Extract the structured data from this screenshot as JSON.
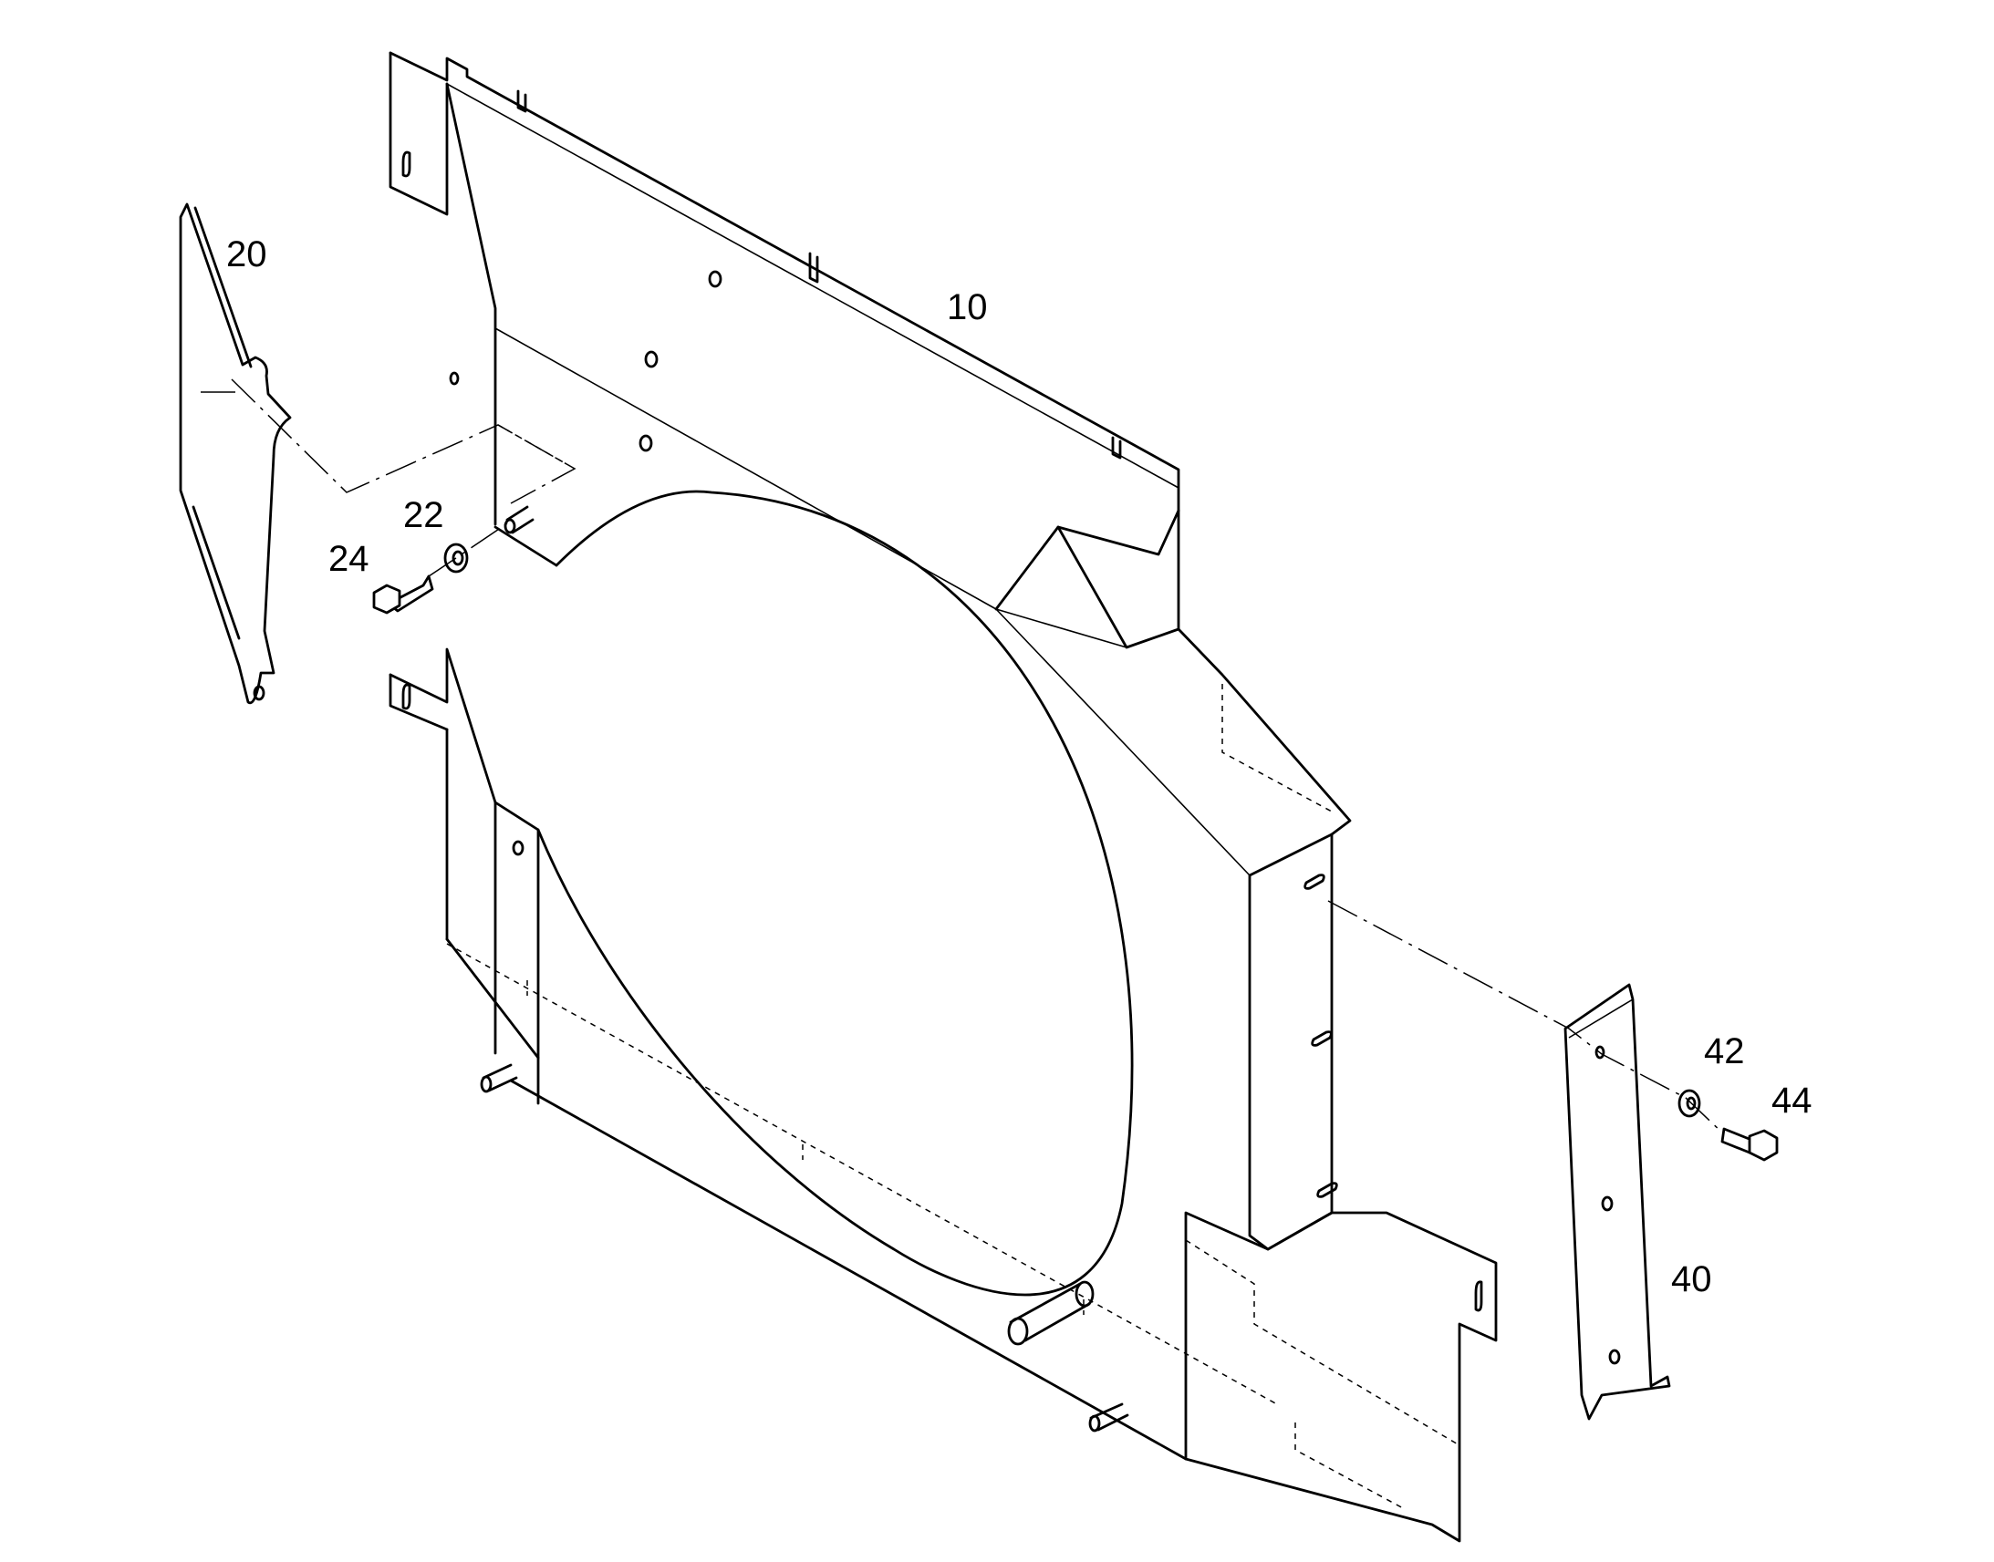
{
  "callouts": {
    "shroud": "10",
    "left_baffle": "20",
    "washer_left": "22",
    "bolt_left": "24",
    "right_bracket": "40",
    "washer_right": "42",
    "bolt_right": "44"
  }
}
